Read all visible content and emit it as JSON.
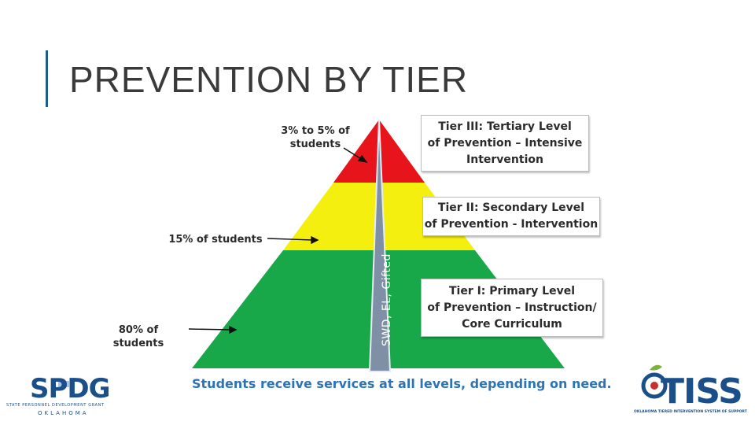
{
  "slide": {
    "title": "PREVENTION BY TIER"
  },
  "pyramid": {
    "tiers": [
      {
        "name": "Tier III",
        "color": "#e8141b",
        "share_label_lines": [
          "3% to 5% of",
          "students"
        ],
        "box_lines": [
          "Tier III: Tertiary Level",
          "of Prevention – Intensive",
          "Intervention"
        ]
      },
      {
        "name": "Tier II",
        "color": "#f5ef10",
        "share_label_lines": [
          "15% of students"
        ],
        "box_lines": [
          "Tier II: Secondary Level",
          "of Prevention - Intervention"
        ]
      },
      {
        "name": "Tier I",
        "color": "#18a84a",
        "share_label_lines": [
          "80% of students"
        ],
        "box_lines": [
          "Tier I: Primary Level",
          "of Prevention – Instruction/",
          "Core Curriculum"
        ]
      }
    ],
    "vertical_band_text": "SWD, EL, Gifted",
    "band_color": "#7f8fa6",
    "footnote": "Students receive services at all levels, depending on need."
  },
  "logos": {
    "left": {
      "wordmark": "SPDG",
      "line1": "STATE PERSONNEL DEVELOPMENT GRANT",
      "line2": "OKLAHOMA"
    },
    "right": {
      "wordmark": "TISS",
      "line1": "OKLAHOMA TIERED INTERVENTION SYSTEM OF SUPPORT"
    }
  }
}
